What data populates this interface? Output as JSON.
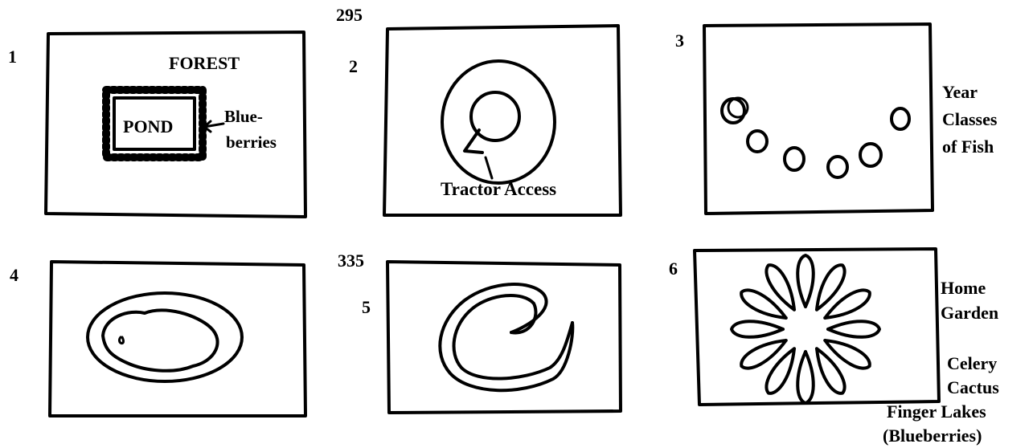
{
  "figure": {
    "top_numbers": {
      "upper": "295",
      "lower": "335"
    },
    "panels": [
      {
        "number": "1",
        "labels": {
          "forest": "FOREST",
          "pond": "POND",
          "blueberries_line1": "Blue-",
          "blueberries_line2": "berries"
        }
      },
      {
        "number": "2",
        "labels": {
          "tractor": "Tractor Access"
        }
      },
      {
        "number": "3",
        "labels": {
          "line1": "Year",
          "line2": "Classes",
          "line3": "of Fish"
        }
      },
      {
        "number": "4",
        "labels": {}
      },
      {
        "number": "5",
        "labels": {}
      },
      {
        "number": "6",
        "labels": {
          "home1": "Home",
          "home2": "Garden",
          "celery": "Celery",
          "cactus": "Cactus",
          "finger": "Finger Lakes",
          "blueberries": "(Blueberries)"
        }
      }
    ]
  }
}
